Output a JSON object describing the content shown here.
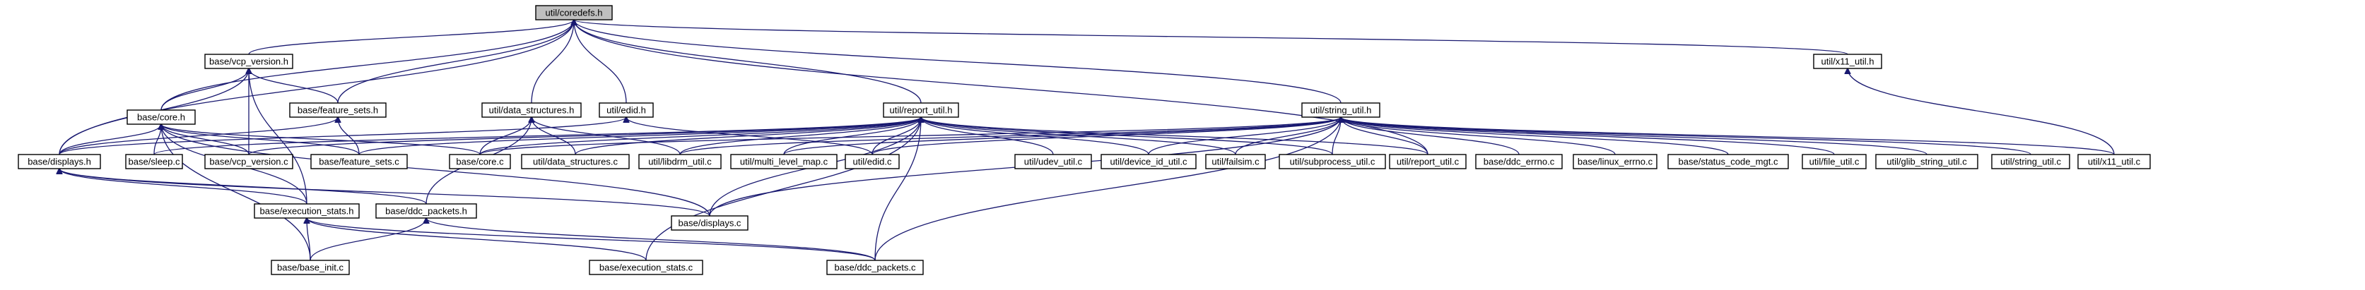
{
  "graph": {
    "root": "util/coredefs.h",
    "nodes": [
      {
        "id": "coredefs",
        "label": "util/coredefs.h",
        "root": true
      },
      {
        "id": "vcp_version_h",
        "label": "base/vcp_version.h"
      },
      {
        "id": "x11_util_h",
        "label": "util/x11_util.h"
      },
      {
        "id": "core_h",
        "label": "base/core.h"
      },
      {
        "id": "feature_sets_h",
        "label": "base/feature_sets.h"
      },
      {
        "id": "data_structures_h",
        "label": "util/data_structures.h"
      },
      {
        "id": "edid_h",
        "label": "util/edid.h"
      },
      {
        "id": "report_util_h",
        "label": "util/report_util.h"
      },
      {
        "id": "string_util_h",
        "label": "util/string_util.h"
      },
      {
        "id": "displays_h",
        "label": "base/displays.h"
      },
      {
        "id": "sleep_c",
        "label": "base/sleep.c"
      },
      {
        "id": "vcp_version_c",
        "label": "base/vcp_version.c"
      },
      {
        "id": "feature_sets_c",
        "label": "base/feature_sets.c"
      },
      {
        "id": "core_c",
        "label": "base/core.c"
      },
      {
        "id": "data_structures_c",
        "label": "util/data_structures.c"
      },
      {
        "id": "libdrm_util_c",
        "label": "util/libdrm_util.c"
      },
      {
        "id": "multi_level_map_c",
        "label": "util/multi_level_map.c"
      },
      {
        "id": "edid_c",
        "label": "util/edid.c"
      },
      {
        "id": "udev_util_c",
        "label": "util/udev_util.c"
      },
      {
        "id": "device_id_util_c",
        "label": "util/device_id_util.c"
      },
      {
        "id": "failsim_c",
        "label": "util/failsim.c"
      },
      {
        "id": "subprocess_util_c",
        "label": "util/subprocess_util.c"
      },
      {
        "id": "report_util_c",
        "label": "util/report_util.c"
      },
      {
        "id": "ddc_errno_c",
        "label": "base/ddc_errno.c"
      },
      {
        "id": "linux_errno_c",
        "label": "base/linux_errno.c"
      },
      {
        "id": "status_code_mgt_c",
        "label": "base/status_code_mgt.c"
      },
      {
        "id": "file_util_c",
        "label": "util/file_util.c"
      },
      {
        "id": "glib_string_util_c",
        "label": "util/glib_string_util.c"
      },
      {
        "id": "string_util_c",
        "label": "util/string_util.c"
      },
      {
        "id": "x11_util_c",
        "label": "util/x11_util.c"
      },
      {
        "id": "execution_stats_h",
        "label": "base/execution_stats.h"
      },
      {
        "id": "ddc_packets_h",
        "label": "base/ddc_packets.h"
      },
      {
        "id": "displays_c",
        "label": "base/displays.c"
      },
      {
        "id": "base_init_c",
        "label": "base/base_init.c"
      },
      {
        "id": "execution_stats_c",
        "label": "base/execution_stats.c"
      },
      {
        "id": "ddc_packets_c",
        "label": "base/ddc_packets.c"
      }
    ],
    "edges": [
      [
        "vcp_version_h",
        "coredefs"
      ],
      [
        "x11_util_h",
        "coredefs"
      ],
      [
        "core_h",
        "coredefs"
      ],
      [
        "feature_sets_h",
        "coredefs"
      ],
      [
        "data_structures_h",
        "coredefs"
      ],
      [
        "edid_h",
        "coredefs"
      ],
      [
        "report_util_h",
        "coredefs"
      ],
      [
        "string_util_h",
        "coredefs"
      ],
      [
        "displays_h",
        "coredefs"
      ],
      [
        "report_util_c",
        "coredefs"
      ],
      [
        "core_h",
        "vcp_version_h"
      ],
      [
        "feature_sets_h",
        "vcp_version_h"
      ],
      [
        "vcp_version_c",
        "vcp_version_h"
      ],
      [
        "displays_h",
        "vcp_version_h"
      ],
      [
        "execution_stats_h",
        "vcp_version_h"
      ],
      [
        "x11_util_c",
        "x11_util_h"
      ],
      [
        "displays_h",
        "core_h"
      ],
      [
        "sleep_c",
        "core_h"
      ],
      [
        "vcp_version_c",
        "core_h"
      ],
      [
        "feature_sets_c",
        "core_h"
      ],
      [
        "core_c",
        "core_h"
      ],
      [
        "displays_c",
        "core_h"
      ],
      [
        "base_init_c",
        "core_h"
      ],
      [
        "execution_stats_h",
        "core_h"
      ],
      [
        "displays_h",
        "feature_sets_h"
      ],
      [
        "feature_sets_c",
        "feature_sets_h"
      ],
      [
        "core_c",
        "data_structures_h"
      ],
      [
        "data_structures_c",
        "data_structures_h"
      ],
      [
        "libdrm_util_c",
        "data_structures_h"
      ],
      [
        "ddc_packets_h",
        "data_structures_h"
      ],
      [
        "displays_h",
        "edid_h"
      ],
      [
        "edid_c",
        "edid_h"
      ],
      [
        "core_c",
        "report_util_h"
      ],
      [
        "data_structures_c",
        "report_util_h"
      ],
      [
        "libdrm_util_c",
        "report_util_h"
      ],
      [
        "multi_level_map_c",
        "report_util_h"
      ],
      [
        "edid_c",
        "report_util_h"
      ],
      [
        "udev_util_c",
        "report_util_h"
      ],
      [
        "device_id_util_c",
        "report_util_h"
      ],
      [
        "failsim_c",
        "report_util_h"
      ],
      [
        "subprocess_util_c",
        "report_util_h"
      ],
      [
        "report_util_c",
        "report_util_h"
      ],
      [
        "displays_c",
        "report_util_h"
      ],
      [
        "execution_stats_c",
        "report_util_h"
      ],
      [
        "ddc_packets_c",
        "report_util_h"
      ],
      [
        "sleep_c",
        "report_util_h"
      ],
      [
        "feature_sets_c",
        "report_util_h"
      ],
      [
        "vcp_version_c",
        "report_util_h"
      ],
      [
        "core_c",
        "string_util_h"
      ],
      [
        "multi_level_map_c",
        "string_util_h"
      ],
      [
        "edid_c",
        "string_util_h"
      ],
      [
        "device_id_util_c",
        "string_util_h"
      ],
      [
        "failsim_c",
        "string_util_h"
      ],
      [
        "subprocess_util_c",
        "string_util_h"
      ],
      [
        "report_util_c",
        "string_util_h"
      ],
      [
        "ddc_errno_c",
        "string_util_h"
      ],
      [
        "linux_errno_c",
        "string_util_h"
      ],
      [
        "status_code_mgt_c",
        "string_util_h"
      ],
      [
        "file_util_c",
        "string_util_h"
      ],
      [
        "glib_string_util_c",
        "string_util_h"
      ],
      [
        "string_util_c",
        "string_util_h"
      ],
      [
        "x11_util_c",
        "string_util_h"
      ],
      [
        "displays_c",
        "string_util_h"
      ],
      [
        "ddc_packets_c",
        "string_util_h"
      ],
      [
        "libdrm_util_c",
        "string_util_h"
      ],
      [
        "execution_stats_h",
        "displays_h"
      ],
      [
        "displays_c",
        "displays_h"
      ],
      [
        "ddc_packets_h",
        "displays_h"
      ],
      [
        "base_init_c",
        "execution_stats_h"
      ],
      [
        "execution_stats_c",
        "execution_stats_h"
      ],
      [
        "ddc_packets_c",
        "execution_stats_h"
      ],
      [
        "base_init_c",
        "ddc_packets_h"
      ],
      [
        "ddc_packets_c",
        "ddc_packets_h"
      ]
    ]
  }
}
